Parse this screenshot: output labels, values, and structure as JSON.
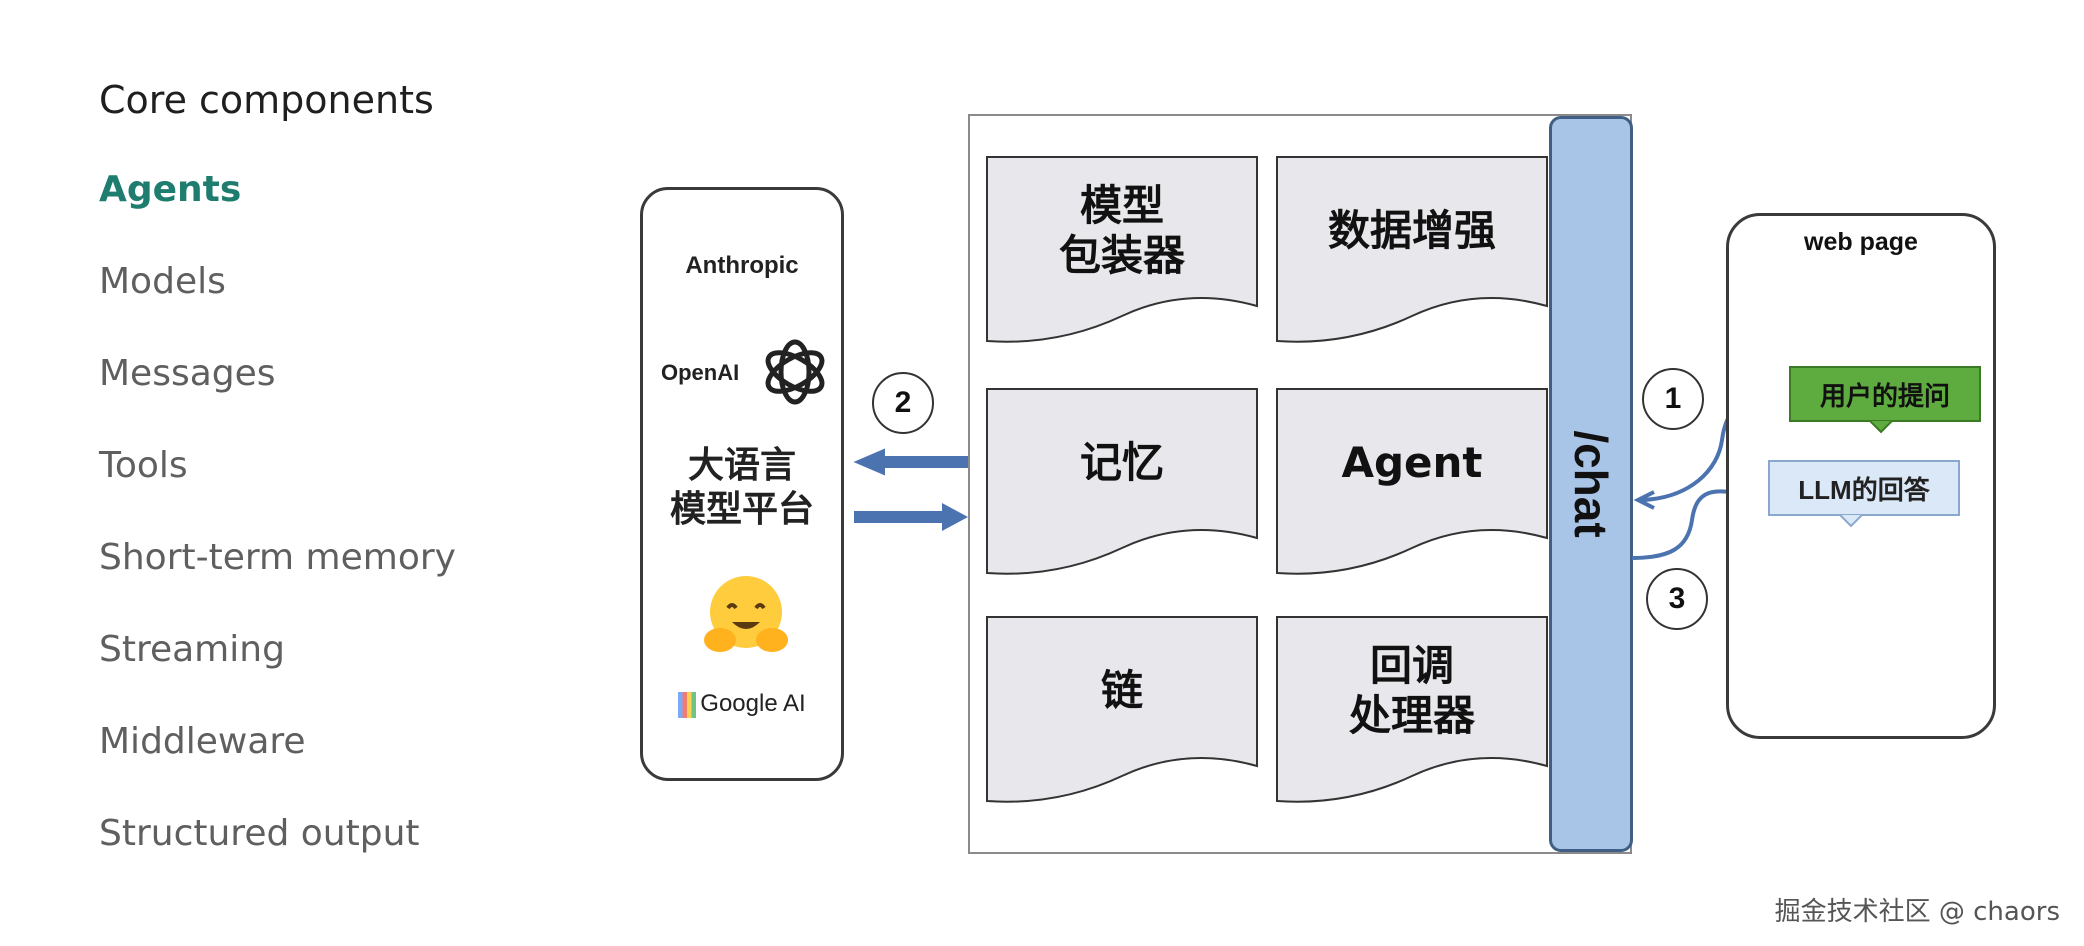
{
  "sidebar": {
    "section_title": "Core components",
    "items": [
      {
        "label": "Agents",
        "active": true
      },
      {
        "label": "Models"
      },
      {
        "label": "Messages"
      },
      {
        "label": "Tools"
      },
      {
        "label": "Short-term memory"
      },
      {
        "label": "Streaming"
      },
      {
        "label": "Middleware"
      },
      {
        "label": "Structured output"
      }
    ]
  },
  "diagram": {
    "platform": {
      "anthropic": "Anthropic",
      "openai": "OpenAI",
      "label": "大语言\n模型平台",
      "google": "Google AI"
    },
    "framework_tiles": [
      "模型\n包装器",
      "数据增强",
      "记忆",
      "Agent",
      "链",
      "回调\n处理器"
    ],
    "chat_endpoint": "/chat",
    "webpage": {
      "title": "web page",
      "question": "用户的提问",
      "answer": "LLM的回答"
    },
    "steps": [
      "1",
      "2",
      "3"
    ],
    "colors": {
      "chat_bar": "#a8c5e8",
      "arrow": "#4a73b0",
      "question_bubble": "#5eab3f",
      "answer_bubble": "#dbe8f7",
      "tile_fill": "#e8e8ec"
    }
  },
  "watermark": "掘金技术社区 @ chaors"
}
